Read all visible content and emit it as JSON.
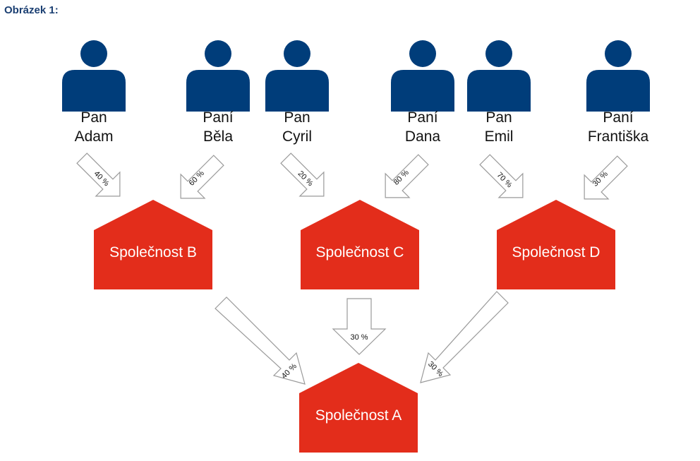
{
  "figure_title": "Obrázek 1:",
  "colors": {
    "person": "#003d7a",
    "company": "#e32d1b",
    "arrow_stroke": "#9a9a9a"
  },
  "persons": [
    {
      "line1": "Pan",
      "line2": "Adam"
    },
    {
      "line1": "Paní",
      "line2": "Běla"
    },
    {
      "line1": "Pan",
      "line2": "Cyril"
    },
    {
      "line1": "Paní",
      "line2": "Dana"
    },
    {
      "line1": "Pan",
      "line2": "Emil"
    },
    {
      "line1": "Paní",
      "line2": "Františka"
    }
  ],
  "person_arrows": [
    "40 %",
    "60 %",
    "20 %",
    "80 %",
    "70 %",
    "30 %"
  ],
  "companies": {
    "b": "Společnost B",
    "c": "Společnost C",
    "d": "Společnost D",
    "a": "Společnost A"
  },
  "company_arrows": [
    "40 %",
    "30 %",
    "30 %"
  ]
}
